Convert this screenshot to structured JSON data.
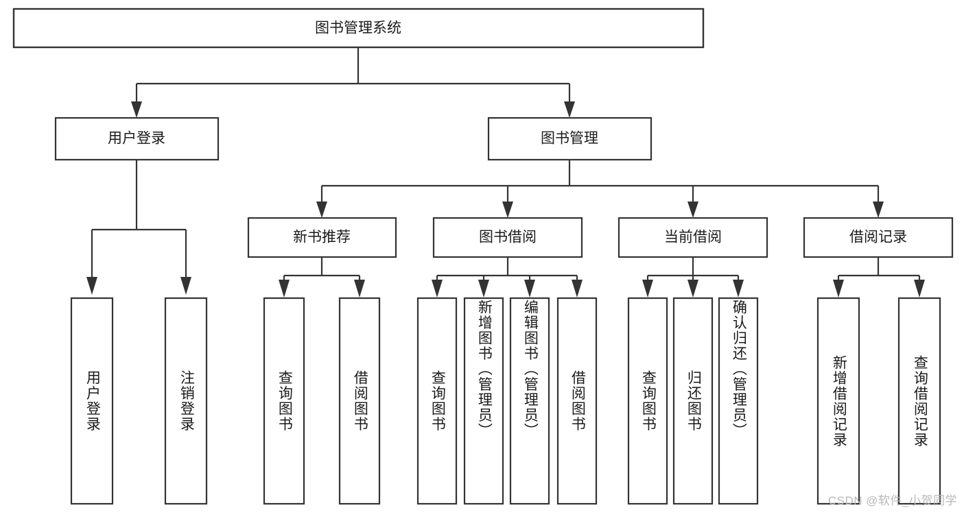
{
  "diagram": {
    "type": "tree",
    "title": "图书管理系统",
    "orientation": "top-down",
    "colors": {
      "stroke": "#333333",
      "box_fill": "#ffffff",
      "text": "#1a1a1a",
      "background": "#ffffff",
      "watermark": "#b8b8b8"
    },
    "root": {
      "label": "图书管理系统"
    },
    "level2": [
      {
        "label": "用户登录"
      },
      {
        "label": "图书管理"
      }
    ],
    "level3": [
      {
        "label": "新书推荐"
      },
      {
        "label": "图书借阅"
      },
      {
        "label": "当前借阅"
      },
      {
        "label": "借阅记录"
      }
    ],
    "leaves": {
      "user_login": [
        {
          "label": "用户登录"
        },
        {
          "label": "注销登录"
        }
      ],
      "new_book_recommend": [
        {
          "label": "查询图书"
        },
        {
          "label": "借阅图书"
        }
      ],
      "book_borrow": [
        {
          "label": "查询图书"
        },
        {
          "label": "新增图书（管理员）"
        },
        {
          "label": "编辑图书（管理员）"
        },
        {
          "label": "借阅图书"
        }
      ],
      "current_borrow": [
        {
          "label": "查询图书"
        },
        {
          "label": "归还图书"
        },
        {
          "label": "确认归还（管理员）"
        }
      ],
      "borrow_record": [
        {
          "label": "新增借阅记录"
        },
        {
          "label": "查询借阅记录"
        }
      ]
    }
  },
  "watermark": {
    "text": "CSDN @软件_小贺同学"
  }
}
